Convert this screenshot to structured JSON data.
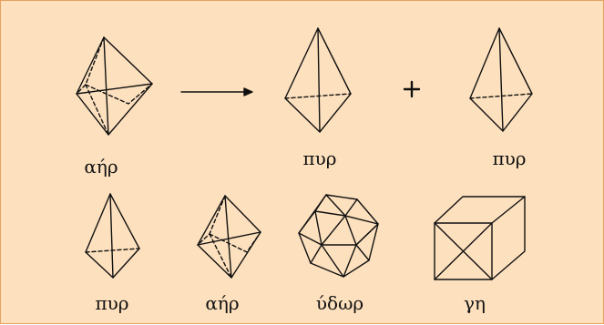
{
  "diagram": {
    "colors": {
      "background": "#fde0bd",
      "border": "#e5a25e",
      "ink": "#111111"
    },
    "top_row": {
      "left_label": "αήρ",
      "arrow_icon": "right-arrow-icon",
      "result_label_1": "πυρ",
      "plus_sign": "+",
      "result_label_2": "πυρ"
    },
    "bottom_row": {
      "labels": [
        "πυρ",
        "αήρ",
        "ύδωρ",
        "γη"
      ]
    }
  }
}
